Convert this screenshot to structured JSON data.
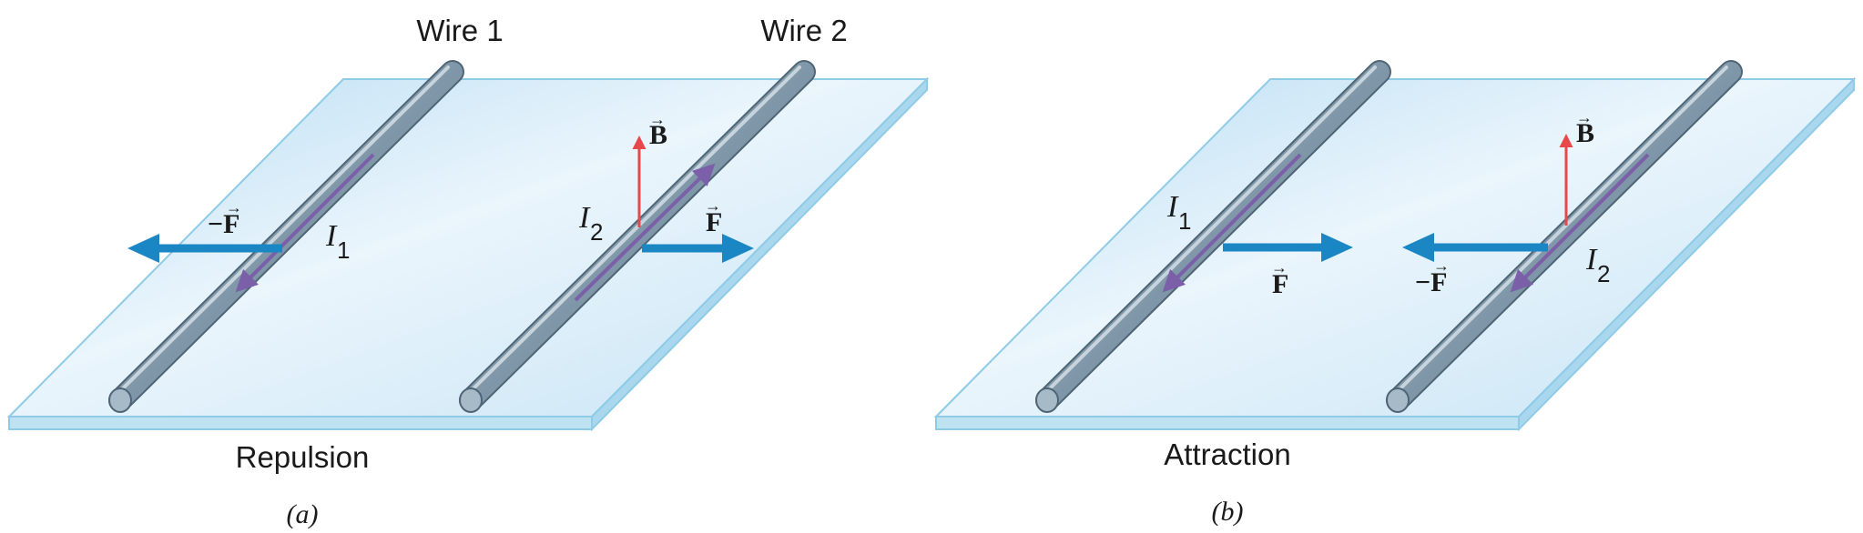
{
  "panels": [
    {
      "wire1_label": "Wire 1",
      "wire2_label": "Wire 2",
      "caption": "Repulsion",
      "sub": "(a)",
      "current1": {
        "sym": "I",
        "sub": "1"
      },
      "current2": {
        "sym": "I",
        "sub": "2"
      },
      "field": "B",
      "force_pos": "F",
      "force_neg": "−F"
    },
    {
      "caption": "Attraction",
      "sub": "(b)",
      "current1": {
        "sym": "I",
        "sub": "1"
      },
      "current2": {
        "sym": "I",
        "sub": "2"
      },
      "field": "B",
      "force_pos": "F",
      "force_neg": "−F"
    }
  ],
  "colors": {
    "plate": "#dcedf8",
    "plate_edge": "#8fcbe6",
    "wire": "#8fa6b6",
    "current_arrow": "#7b5fa8",
    "field_arrow": "#e8484a",
    "force_arrow": "#1b86c4"
  }
}
